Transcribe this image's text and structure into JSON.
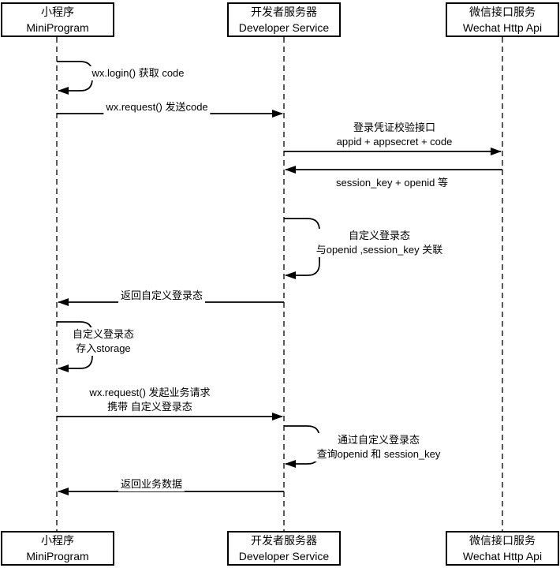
{
  "diagram": {
    "actors": [
      {
        "name_cn": "小程序",
        "name_en": "MiniProgram"
      },
      {
        "name_cn": "开发者服务器",
        "name_en": "Developer Service"
      },
      {
        "name_cn": "微信接口服务",
        "name_en": "Wechat Http Api"
      }
    ],
    "messages": [
      {
        "type": "self-message",
        "from": "MiniProgram",
        "to": "MiniProgram",
        "lines": [
          "wx.login() 获取 code"
        ]
      },
      {
        "type": "message",
        "from": "MiniProgram",
        "to": "Developer Service",
        "lines": [
          "wx.request() 发送code"
        ]
      },
      {
        "type": "message",
        "from": "Developer Service",
        "to": "Wechat Http Api",
        "lines": [
          "登录凭证校验接口",
          "appid + appsecret + code"
        ]
      },
      {
        "type": "message",
        "from": "Wechat Http Api",
        "to": "Developer Service",
        "lines": [
          "session_key + openid 等"
        ]
      },
      {
        "type": "self-message",
        "from": "Developer Service",
        "to": "Developer Service",
        "lines": [
          "自定义登录态",
          "与openid ,session_key 关联"
        ]
      },
      {
        "type": "message",
        "from": "Developer Service",
        "to": "MiniProgram",
        "lines": [
          "返回自定义登录态"
        ]
      },
      {
        "type": "self-message",
        "from": "MiniProgram",
        "to": "MiniProgram",
        "lines": [
          "自定义登录态",
          "存入storage"
        ]
      },
      {
        "type": "message",
        "from": "MiniProgram",
        "to": "Developer Service",
        "lines": [
          "wx.request() 发起业务请求",
          "携带 自定义登录态"
        ]
      },
      {
        "type": "self-message",
        "from": "Developer Service",
        "to": "Developer Service",
        "lines": [
          "通过自定义登录态",
          "查询openid 和 session_key"
        ]
      },
      {
        "type": "message",
        "from": "Developer Service",
        "to": "MiniProgram",
        "lines": [
          "返回业务数据"
        ]
      }
    ],
    "colors": {
      "stroke": "#000000",
      "box_fill": "#ffffff",
      "background": "#ffffff"
    }
  }
}
